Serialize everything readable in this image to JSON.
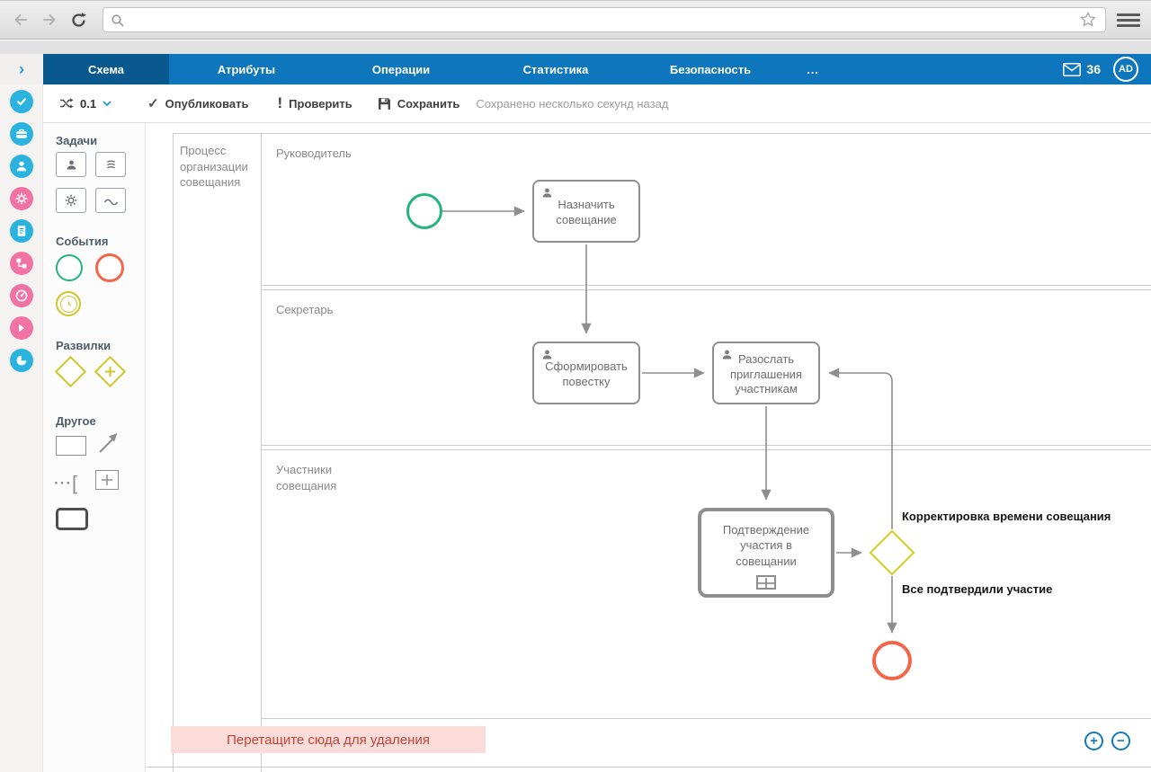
{
  "browser": {
    "address_value": "",
    "icons": [
      "back-icon",
      "forward-icon",
      "reload-icon",
      "search-icon",
      "bookmark-star-icon",
      "menu-icon"
    ]
  },
  "nav": {
    "expand_chevron": "›",
    "tabs": [
      "Схема",
      "Атрибуты",
      "Операции",
      "Статистика",
      "Безопасность",
      "..."
    ],
    "active_tab": "Схема",
    "mail_count": "36",
    "avatar_initials": "AD"
  },
  "toolbar": {
    "version_value": "0.1",
    "publish_icon": "✓",
    "publish_label": "Опубликовать",
    "validate_icon": "!",
    "validate_label": "Проверить",
    "save_label": "Сохранить",
    "status_text": "Сохранено несколько секунд назад"
  },
  "sidebar": {
    "icons": [
      "check-icon",
      "briefcase-icon",
      "person-icon",
      "gear-icon",
      "document-icon",
      "flowchart-icon",
      "gauge-icon",
      "chevron-right-icon",
      "pie-chart-icon"
    ]
  },
  "palette": {
    "sections": [
      {
        "title": "Задачи",
        "items": [
          "user-task",
          "script-task",
          "service-task",
          "wave-task"
        ]
      },
      {
        "title": "События",
        "items": [
          "start-event",
          "end-event",
          "timer-event"
        ]
      },
      {
        "title": "Развилки",
        "items": [
          "exclusive-gateway",
          "parallel-gateway"
        ]
      },
      {
        "title": "Другое",
        "items": [
          "rectangle",
          "connector-arrow",
          "annotation",
          "subprocess",
          "group"
        ]
      }
    ]
  },
  "diagram": {
    "pool_label": "Процесс организации совещания",
    "lanes": [
      "Руководитель",
      "Секретарь",
      "Участники совещания"
    ],
    "tasks": {
      "assign": "Назначить совещание",
      "agenda": "Сформировать повестку",
      "invite": "Разослать приглашения участникам",
      "confirm": "Подтверждение участия в совещании"
    },
    "flow_labels": {
      "adjust": "Корректировка времени совещания",
      "confirmed": "Все подтвердили участие"
    }
  },
  "footer": {
    "drop_zone_label": "Перетащите сюда для удаления",
    "zoom_in_label": "+",
    "zoom_out_label": "−"
  },
  "colors": {
    "nav_blue": "#0e76bc",
    "active_tab_blue": "#0a598e",
    "sidebar_blue": "#2bb3e0",
    "sidebar_pink": "#f173a4",
    "event_start_green": "#24b47e",
    "event_end_red": "#f4654a",
    "gateway_yellow": "#d6cd20",
    "shape_border_grey": "#8e8e8e",
    "drop_zone_bg": "#fbdcd8",
    "drop_zone_text": "#c2453a"
  }
}
